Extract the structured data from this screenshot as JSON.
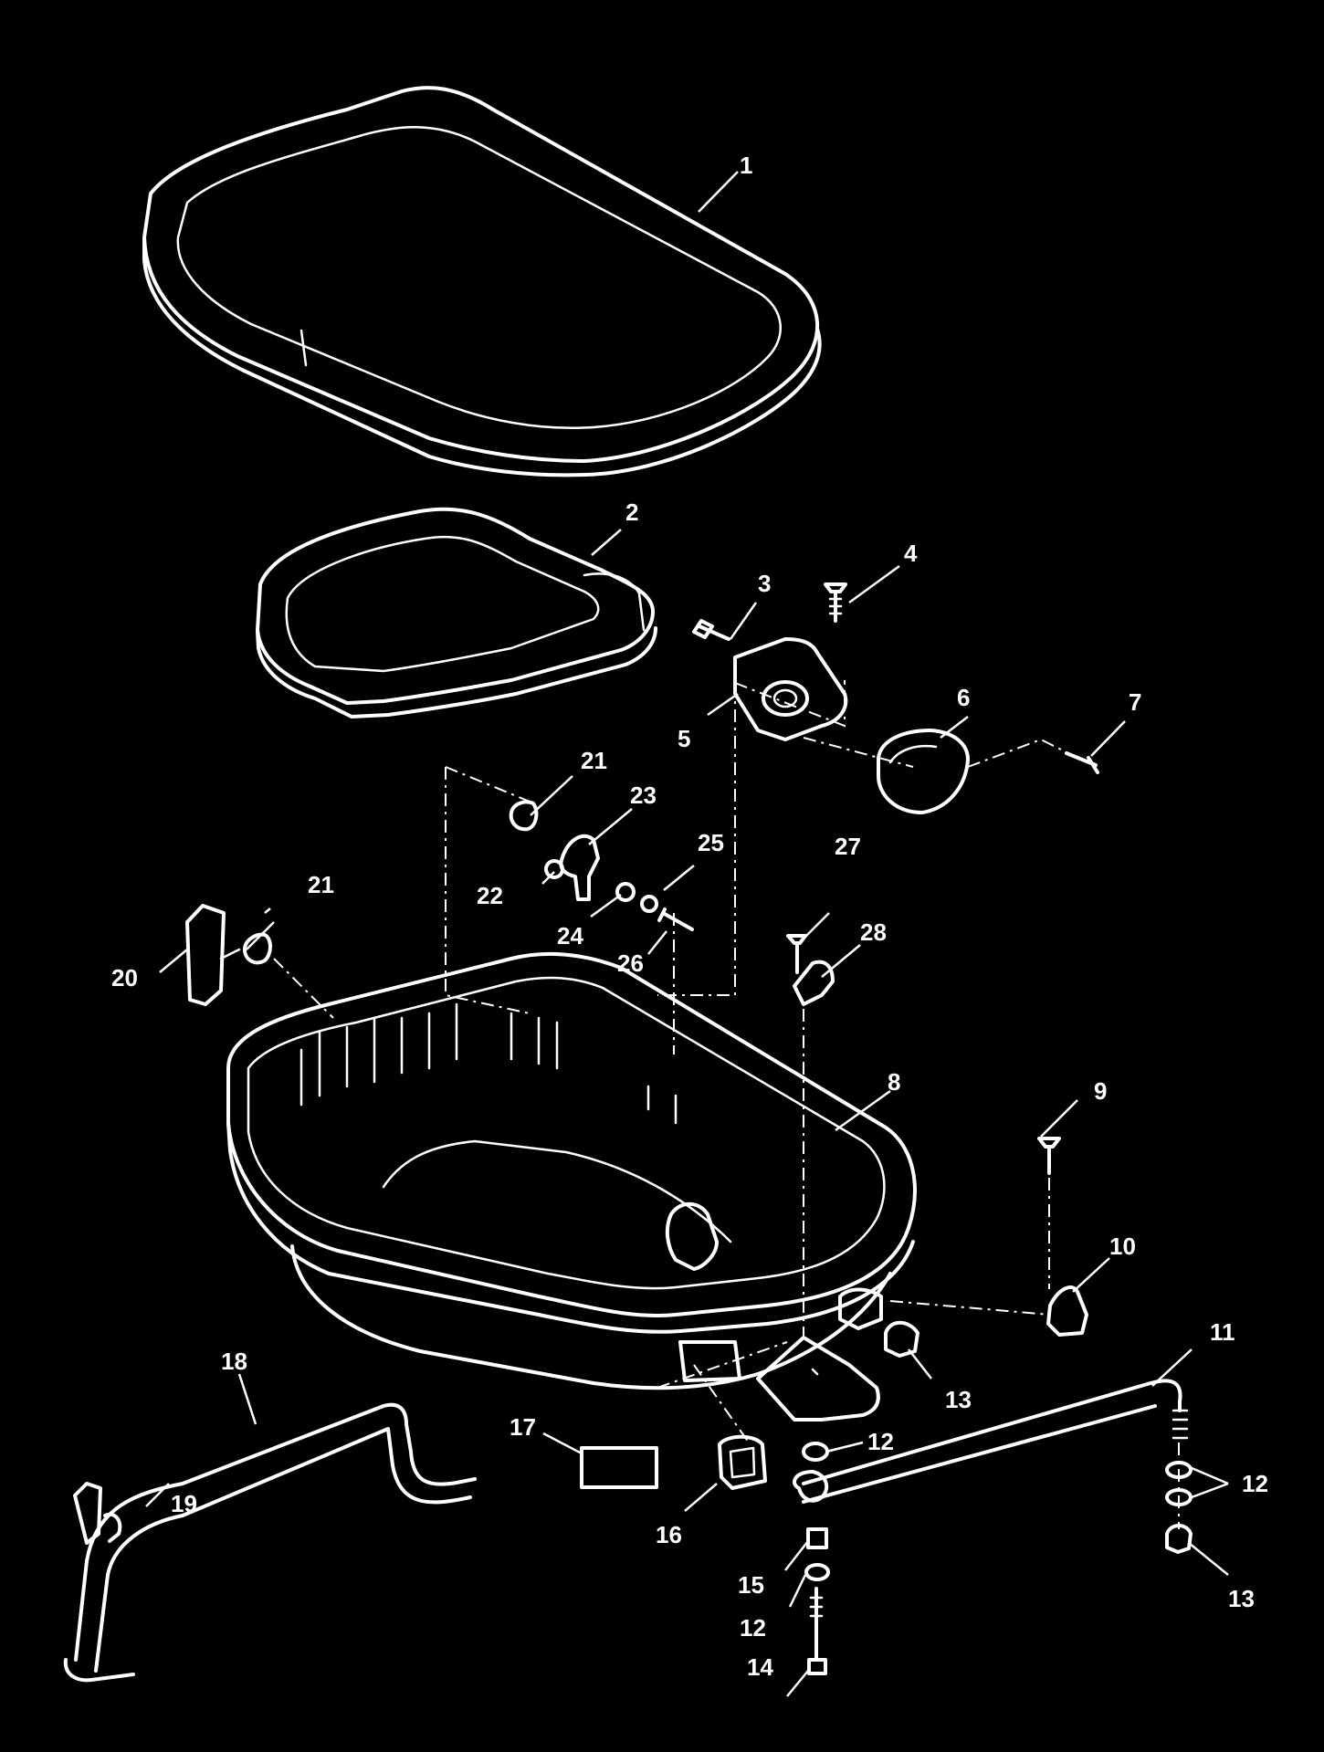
{
  "callouts": {
    "c1": "1",
    "c2": "2",
    "c3": "3",
    "c4": "4",
    "c5": "5",
    "c6": "6",
    "c7": "7",
    "c8": "8",
    "c9": "9",
    "c10": "10",
    "c11": "11",
    "c12a": "12",
    "c12b": "12",
    "c12c": "12",
    "c13a": "13",
    "c13b": "13",
    "c14": "14",
    "c15": "15",
    "c16": "16",
    "c17": "17",
    "c18": "18",
    "c19": "19",
    "c20": "20",
    "c21a": "21",
    "c21b": "21",
    "c22": "22",
    "c23": "23",
    "c24": "24",
    "c25": "25",
    "c26": "26",
    "c27": "27",
    "c28": "28"
  },
  "colors": {
    "background": "#000000",
    "linework": "#ffffff"
  }
}
